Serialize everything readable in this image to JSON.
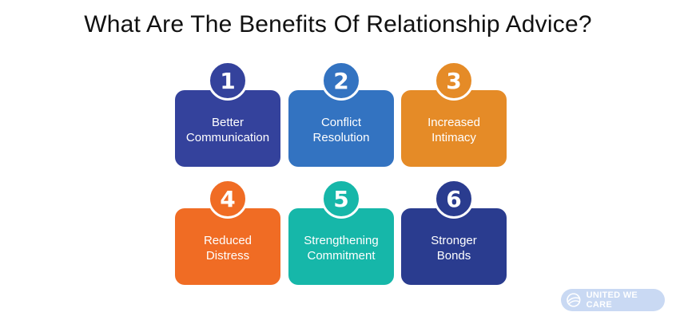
{
  "title": "What Are The Benefits Of Relationship Advice?",
  "colors": {
    "item1": "#34429c",
    "item2": "#3373c1",
    "item3": "#e58b27",
    "item4": "#f06c24",
    "item5": "#16b7a9",
    "item6": "#2a3c8f"
  },
  "items": [
    {
      "number": "1",
      "line1": "Better",
      "line2": "Communication"
    },
    {
      "number": "2",
      "line1": "Conflict",
      "line2": "Resolution"
    },
    {
      "number": "3",
      "line1": "Increased",
      "line2": "Intimacy"
    },
    {
      "number": "4",
      "line1": "Reduced",
      "line2": "Distress"
    },
    {
      "number": "5",
      "line1": "Strengthening",
      "line2": "Commitment"
    },
    {
      "number": "6",
      "line1": "Stronger",
      "line2": "Bonds"
    }
  ],
  "logo": {
    "text": "UNITED WE CARE",
    "icon": "globe-swoosh-icon"
  }
}
